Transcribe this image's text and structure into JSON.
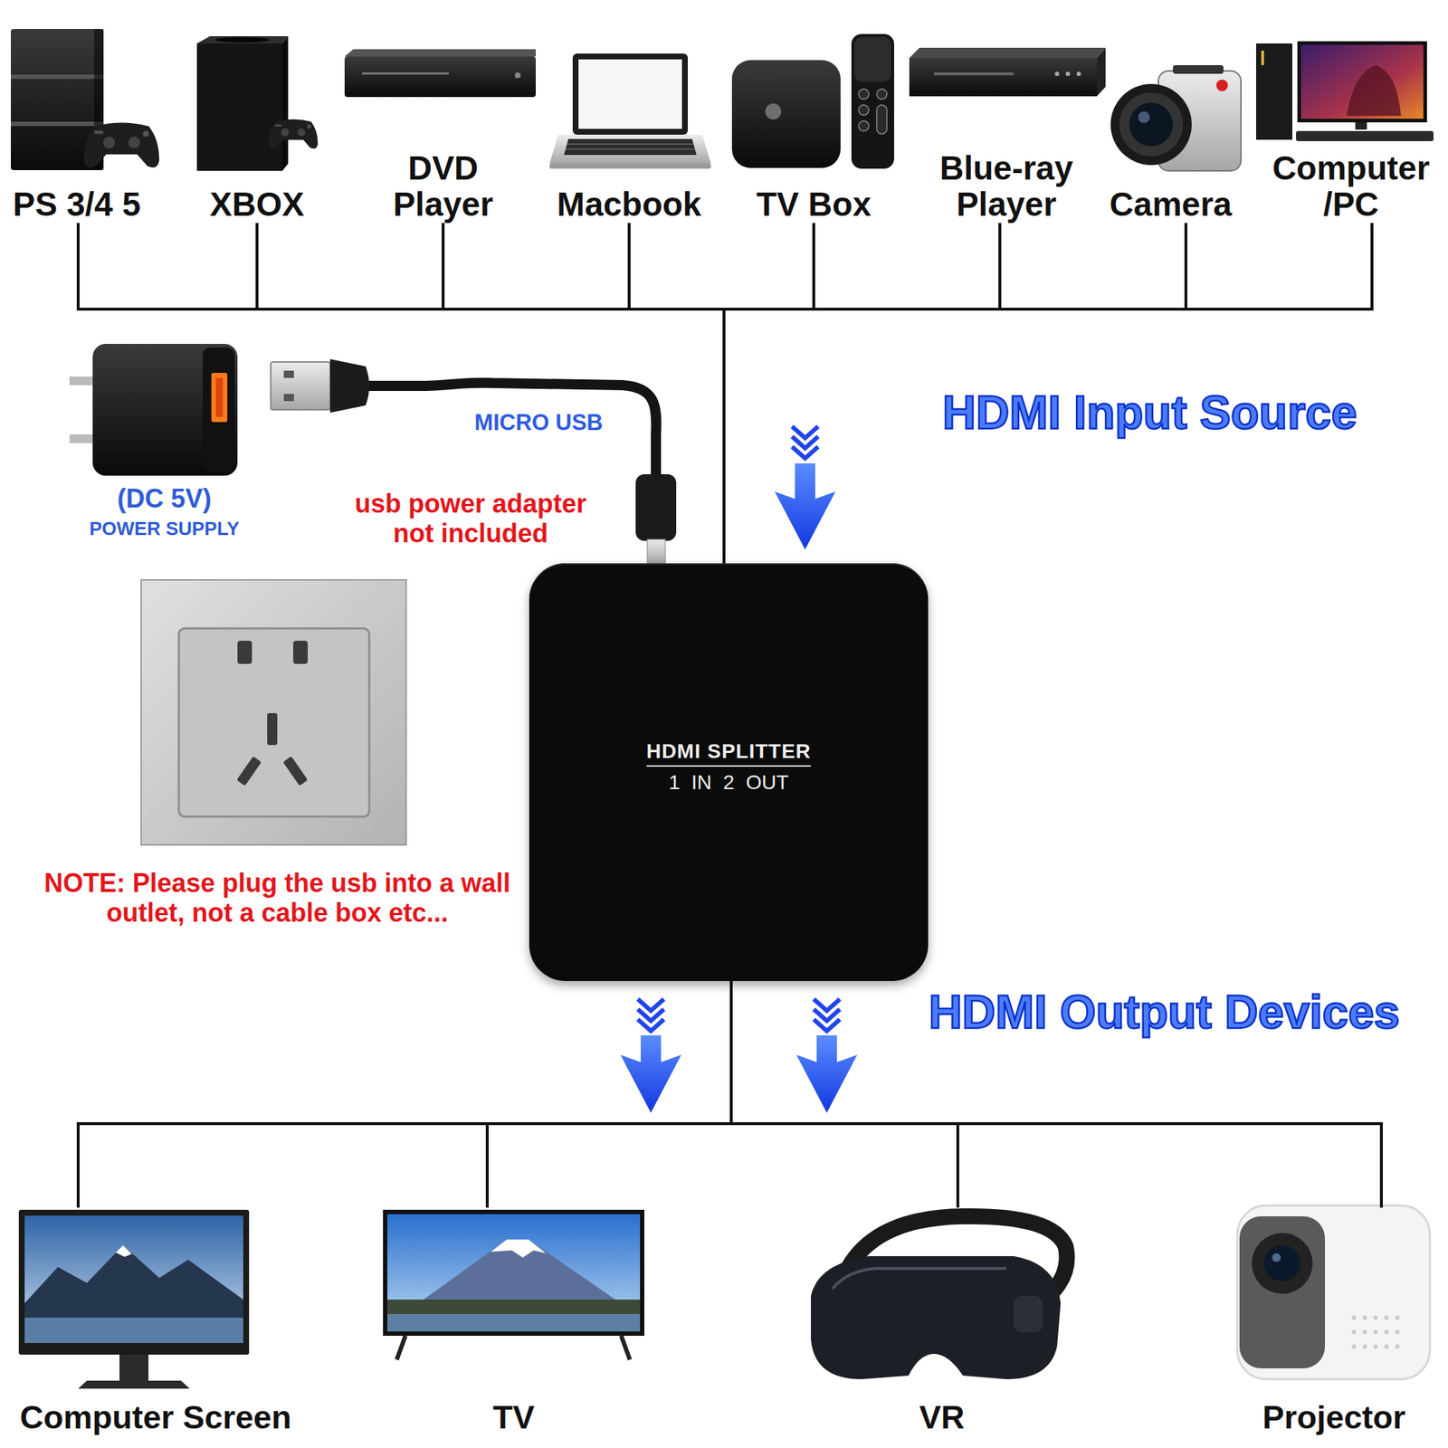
{
  "diagram": {
    "nodes": [
      {
        "text": [
          "PS 3/4 5"
        ]
      },
      {
        "text": [
          "XBOX"
        ]
      },
      {
        "text": [
          "DVD Player"
        ]
      },
      {
        "text": [
          "Macbook"
        ]
      },
      {
        "text": [
          "TV Box"
        ]
      },
      {
        "text": [
          "Blue-ray Player"
        ]
      },
      {
        "text": [
          "Camera"
        ]
      },
      {
        "text": [
          "Computer /PC"
        ]
      },
      {
        "text": [
          "HDMI SPLITTER",
          "1 IN 2 OUT"
        ]
      },
      {
        "text": [
          "Computer Screen"
        ]
      },
      {
        "text": [
          "TV"
        ]
      },
      {
        "text": [
          "VR"
        ]
      },
      {
        "text": [
          "Projector"
        ]
      }
    ],
    "edges": [
      {
        "from": 0,
        "to": 8,
        "arrow": "none"
      },
      {
        "from": 1,
        "to": 8,
        "arrow": "none"
      },
      {
        "from": 2,
        "to": 8,
        "arrow": "none"
      },
      {
        "from": 3,
        "to": 8,
        "arrow": "none"
      },
      {
        "from": 4,
        "to": 8,
        "arrow": "none"
      },
      {
        "from": 5,
        "to": 8,
        "arrow": "none"
      },
      {
        "from": 6,
        "to": 8,
        "arrow": "none"
      },
      {
        "from": 7,
        "to": 8,
        "arrow": "none"
      },
      {
        "from": 8,
        "to": 9,
        "arrow": "none"
      },
      {
        "from": 8,
        "to": 10,
        "arrow": "none"
      },
      {
        "from": 8,
        "to": 11,
        "arrow": "none"
      },
      {
        "from": 8,
        "to": 12,
        "arrow": "none"
      }
    ],
    "labels": [
      "MICRO USB",
      "usb power adapter not included",
      "(DC 5V)",
      "POWER SUPPLY",
      "NOTE: Please plug the usb into a wall outlet, not a cable box etc...",
      "HDMI Input Source",
      "HDMI Output Devices"
    ]
  }
}
